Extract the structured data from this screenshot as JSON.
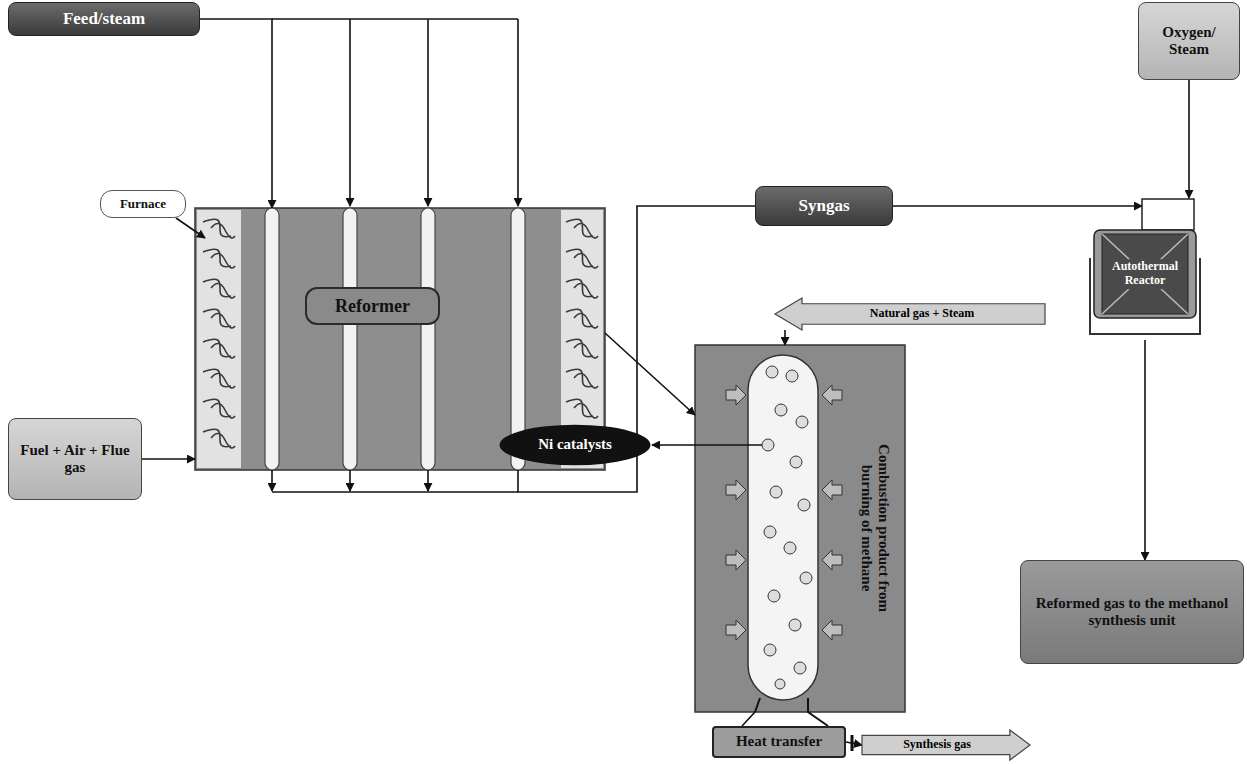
{
  "diagram": {
    "nodes": [
      {
        "text": [
          "Feed/steam"
        ]
      },
      {
        "text": [
          "Oxygen/ Steam"
        ]
      },
      {
        "text": [
          "Furnace"
        ]
      },
      {
        "text": [
          "Syngas"
        ]
      },
      {
        "text": [
          "Reformer"
        ]
      },
      {
        "text": [
          "Autothermal Reactor"
        ]
      },
      {
        "text": [
          "Fuel + Air + Flue gas"
        ]
      },
      {
        "text": [
          "Natural gas + Steam"
        ]
      },
      {
        "text": [
          "Combustion product from burning of methane"
        ]
      },
      {
        "text": [
          "Ni catalysts"
        ]
      },
      {
        "text": [
          "Reformed gas to the methanol synthesis unit"
        ]
      },
      {
        "text": [
          "Heat transfer"
        ]
      },
      {
        "text": [
          "Synthesis gas"
        ]
      }
    ],
    "edges": [
      {
        "from": 0,
        "to": 4,
        "arrow": "to"
      },
      {
        "from": 2,
        "to": 4,
        "arrow": "to"
      },
      {
        "from": 6,
        "to": 4,
        "arrow": "to"
      },
      {
        "from": 4,
        "to": 3,
        "arrow": "none"
      },
      {
        "from": 3,
        "to": 5,
        "arrow": "to"
      },
      {
        "from": 1,
        "to": 5,
        "arrow": "to"
      },
      {
        "from": 5,
        "to": 10,
        "arrow": "to"
      },
      {
        "from": 4,
        "to": 8,
        "arrow": "to"
      },
      {
        "from": 7,
        "to": 8,
        "arrow": "to"
      },
      {
        "from": 8,
        "to": 9,
        "arrow": "to"
      },
      {
        "from": 8,
        "to": 11,
        "arrow": "none"
      },
      {
        "from": 11,
        "to": 12,
        "arrow": "to"
      }
    ]
  }
}
